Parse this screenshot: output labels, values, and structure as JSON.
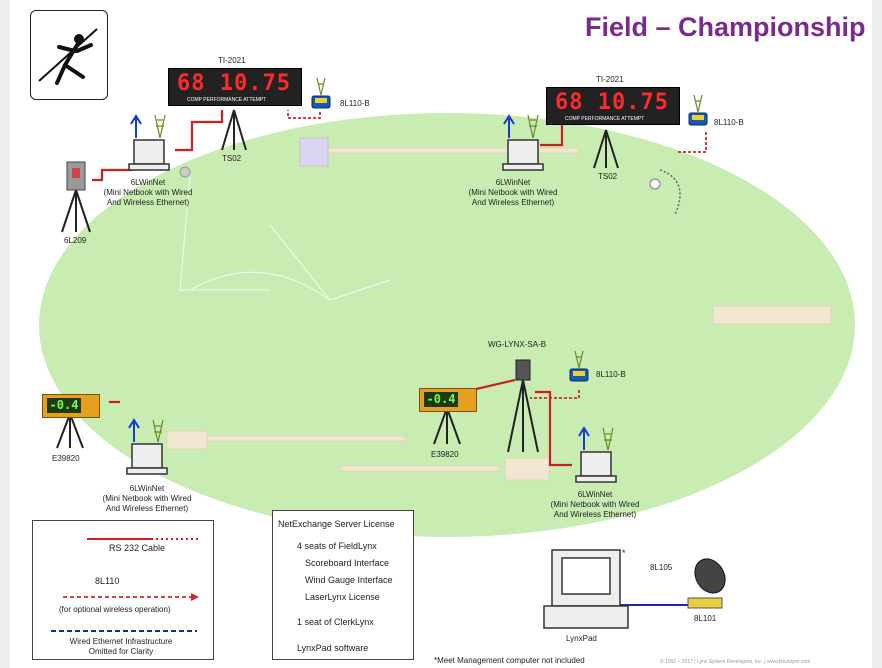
{
  "title": "Field – Championship",
  "scoreboards": [
    {
      "label": "TI-2021",
      "digits": "68 10.75",
      "caption": "COMP  PERFORMANCE   ATTEMPT"
    },
    {
      "label": "TI-2021",
      "digits": "68 10.75",
      "caption": "COMP  PERFORMANCE   ATTEMPT"
    }
  ],
  "tripods": {
    "ts02": "TS02",
    "e39820": "E39820",
    "l209": "6L209",
    "wind_station": "WG-LYNX-SA-B"
  },
  "radio_label": "8L110-B",
  "laptop": {
    "name": "6LWinNet",
    "desc1": "(Mini Netbook with Wired",
    "desc2": "And Wireless Ethernet)"
  },
  "wind_display": "-0.4",
  "legend": {
    "rs232": "RS 232 Cable",
    "radio": "8L110",
    "optional": "(for optional wireless operation)",
    "ethernet1": "Wired Ethernet Infrastructure",
    "ethernet2": "Omitted for Clarity"
  },
  "license": {
    "title": "NetExchange Server License",
    "seats_field": "4 seats of FieldLynx",
    "scoreboard": "Scoreboard Interface",
    "wind": "Wind Gauge Interface",
    "laser": "LaserLynx License",
    "clerk": "1 seat of ClerkLynx",
    "lynxpad": "LynxPad software"
  },
  "management": {
    "lynxpad": "LynxPad",
    "asterisk": "*",
    "dish": "8L105",
    "receiver": "8L101",
    "note": "*Meet Management computer not included"
  },
  "footer": "© 1992 – 2017  |  Lynx System Developers, Inc.  |  www.finishlynx.com",
  "colors": {
    "field": "#c9ecb3",
    "title": "#7a2a8f",
    "rs232": "#cc1f1f",
    "ethernet": "#1a2a9c",
    "wireless": "#cc2a2a"
  }
}
